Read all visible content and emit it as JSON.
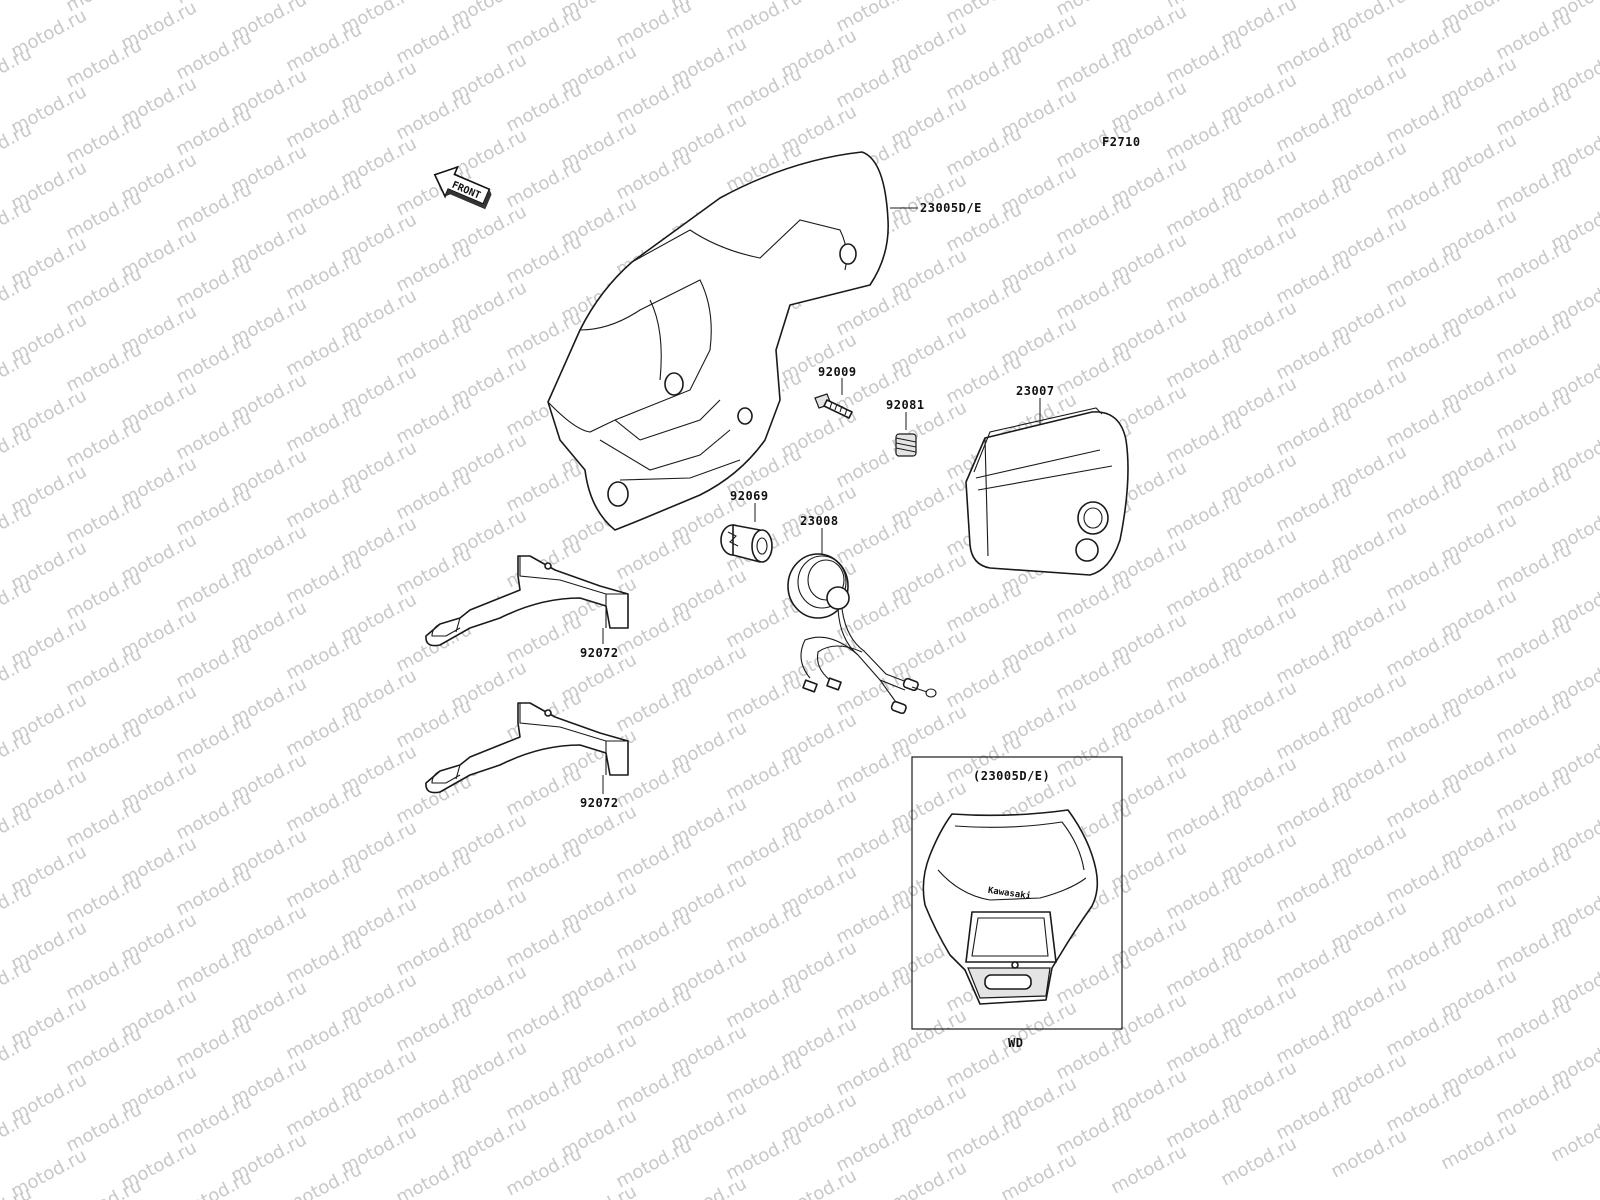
{
  "figure_code": "F2710",
  "front_arrow_text": "FRONT",
  "watermark_text": "motod.ru",
  "parts": {
    "headlight_cover": "23005D/E",
    "screw": "92009",
    "spring": "92081",
    "headlight_unit": "23007",
    "bulb": "92069",
    "socket_harness": "23008",
    "bracket_upper": "92072",
    "bracket_lower": "92072"
  },
  "inset": {
    "title": "(23005D/E)",
    "brand_text": "Kawasaki",
    "caption": "WD"
  },
  "icons": [
    "front-arrow-icon"
  ]
}
